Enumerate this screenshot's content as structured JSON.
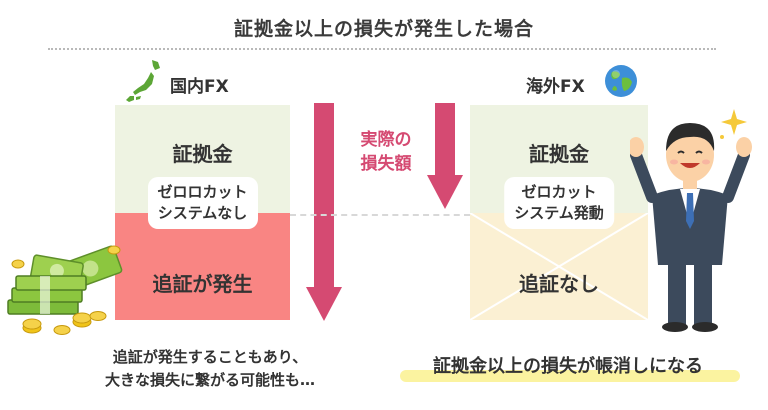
{
  "title": "証拠金以上の損失が発生した場合",
  "left": {
    "heading": "国内FX",
    "margin": "証拠金",
    "zerocut": [
      "ゼロロカット",
      "システムなし"
    ],
    "result": "追証が発生",
    "caption": [
      "追証が発生することもあり、",
      "大きな損失に繋がる可能性も…"
    ]
  },
  "middle": {
    "loss_label": [
      "実際の",
      "損失額"
    ]
  },
  "right": {
    "heading": "海外FX",
    "margin": "証拠金",
    "zerocut": [
      "ゼロカット",
      "システム発動"
    ],
    "result": "追証なし",
    "caption": "証拠金以上の損失が帳消しになる"
  },
  "colors": {
    "margin_zone": "#eef3e2",
    "call_zone": "#f98583",
    "cancel_zone": "#fbf0d3",
    "arrow": "#d54a72",
    "highlight": "#fbf3a0"
  }
}
